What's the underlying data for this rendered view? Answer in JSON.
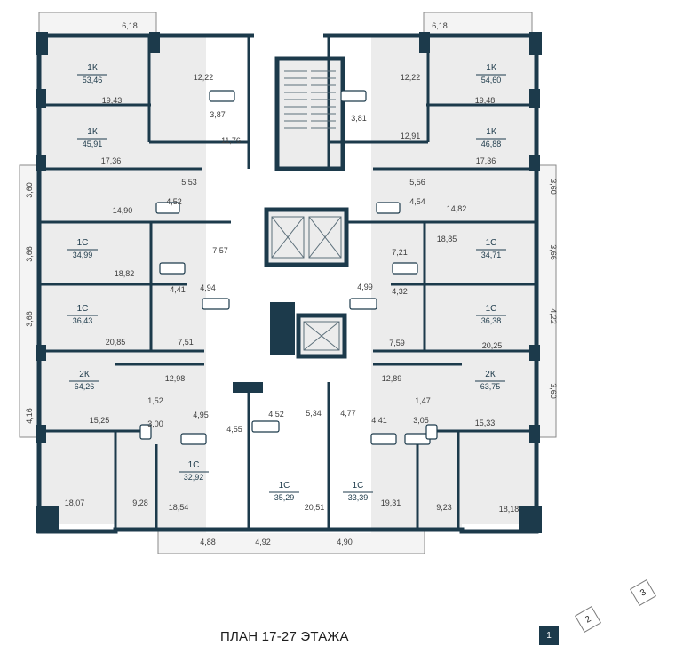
{
  "plan": {
    "title": "ПЛАН 17-27 ЭТАЖА",
    "sections": [
      "1",
      "2",
      "3"
    ],
    "wall_color": "#1c3a4b",
    "balcony_color": "#f4f4f4",
    "units": [
      {
        "type": "1К",
        "area": "53,46"
      },
      {
        "type": "1К",
        "area": "45,91"
      },
      {
        "type": "1С",
        "area": "34,99"
      },
      {
        "type": "1С",
        "area": "36,43"
      },
      {
        "type": "2К",
        "area": "64,26"
      },
      {
        "type": "1С",
        "area": "32,92"
      },
      {
        "type": "1С",
        "area": "35,29"
      },
      {
        "type": "1С",
        "area": "33,39"
      },
      {
        "type": "2К",
        "area": "63,75"
      },
      {
        "type": "1С",
        "area": "36,38"
      },
      {
        "type": "1С",
        "area": "34,71"
      },
      {
        "type": "1К",
        "area": "46,88"
      },
      {
        "type": "1К",
        "area": "54,60"
      }
    ],
    "room_areas": [
      "19,43",
      "12,22",
      "3,87",
      "11,76",
      "17,36",
      "5,53",
      "4,52",
      "14,90",
      "7,57",
      "18,82",
      "4,41",
      "4,94",
      "20,85",
      "7,51",
      "12,98",
      "1,52",
      "3,00",
      "4,95",
      "4,55",
      "15,25",
      "18,07",
      "9,28",
      "18,54",
      "4,52",
      "5,34",
      "20,51",
      "4,77",
      "4,41",
      "1,47",
      "3,05",
      "12,89",
      "19,31",
      "9,23",
      "18,18",
      "15,33",
      "20,25",
      "7,59",
      "4,32",
      "4,99",
      "7,21",
      "18,85",
      "14,82",
      "5,56",
      "4,54",
      "12,91",
      "17,36",
      "3,81",
      "12,22",
      "19,48"
    ],
    "balcony_sizes": [
      "6,18",
      "6,18",
      "3,60",
      "3,66",
      "3,66",
      "4,16",
      "3,60",
      "3,66",
      "4,22",
      "3,60",
      "4,88",
      "4,92",
      "4,90"
    ]
  }
}
